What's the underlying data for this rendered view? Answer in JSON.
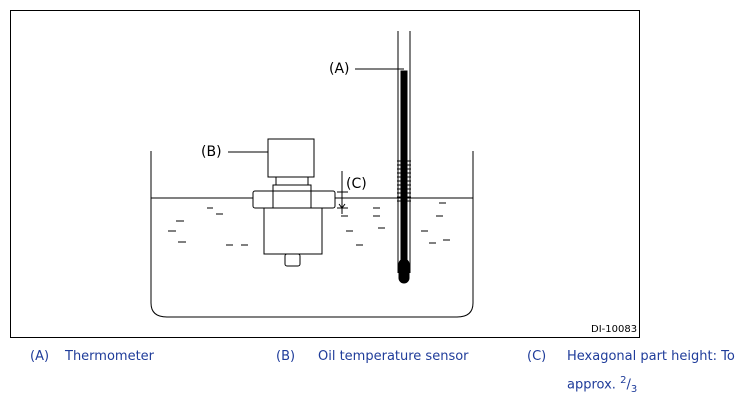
{
  "diagram": {
    "labels": {
      "a": "(A)",
      "b": "(B)",
      "c": "(C)"
    },
    "figure_id": "DI-10083"
  },
  "legend": {
    "items": [
      {
        "key": "(A)",
        "text": "Thermometer"
      },
      {
        "key": "(B)",
        "text": "Oil temperature sensor"
      },
      {
        "key": "(C)",
        "text_line1": "Hexagonal part height: To",
        "text_line2_prefix": "approx.",
        "fraction_num": "2",
        "fraction_den": "3"
      }
    ],
    "text_color": "#1f3c9a"
  }
}
